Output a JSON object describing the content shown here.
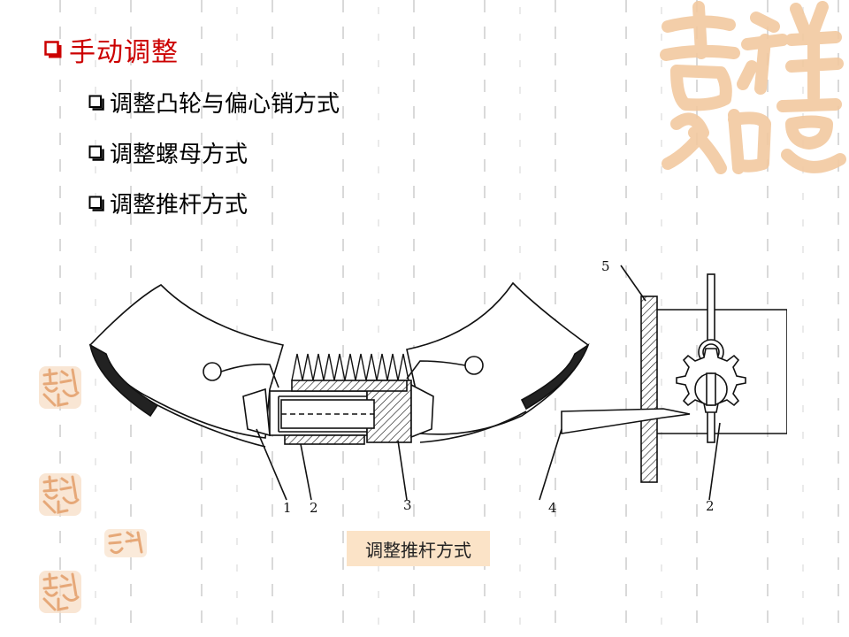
{
  "slide": {
    "title": "手动调整",
    "bullets": [
      "调整凸轮与偏心销方式",
      "调整螺母方式",
      "调整推杆方式"
    ],
    "caption": "调整推杆方式"
  },
  "diagram": {
    "part_labels": [
      "1",
      "2",
      "3",
      "4",
      "2",
      "5"
    ]
  },
  "colors": {
    "title": "#cc0000",
    "bullet_box": "#000000",
    "title_box": "#cc0000",
    "caption_bg": "#fbe3c7",
    "seal": "#f2c9a0",
    "dash_lines": "#d6d6d6"
  },
  "icons": {
    "title_bullet": "square-checkbox-icon",
    "item_bullet": "square-checkbox-icon",
    "decoration": "auspicious-seal-icon"
  }
}
